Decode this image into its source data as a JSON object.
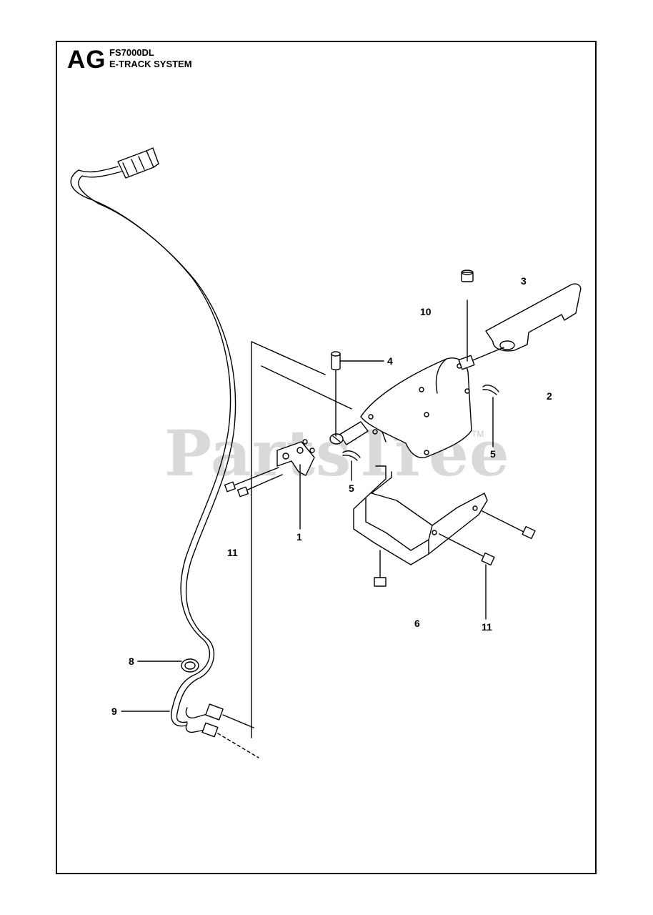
{
  "header": {
    "section_code": "AG",
    "model": "FS7000DL",
    "system_title": "E-TRACK SYSTEM"
  },
  "watermark": {
    "text": "PartsTree",
    "trademark": "TM"
  },
  "callouts": [
    {
      "id": "c1",
      "label": "1"
    },
    {
      "id": "c2",
      "label": "2"
    },
    {
      "id": "c3",
      "label": "3"
    },
    {
      "id": "c4",
      "label": "4"
    },
    {
      "id": "c5a",
      "label": "5"
    },
    {
      "id": "c5b",
      "label": "5"
    },
    {
      "id": "c6",
      "label": "6"
    },
    {
      "id": "c8",
      "label": "8"
    },
    {
      "id": "c9",
      "label": "9"
    },
    {
      "id": "c10",
      "label": "10"
    },
    {
      "id": "c11a",
      "label": "11"
    },
    {
      "id": "c11b",
      "label": "11"
    }
  ]
}
